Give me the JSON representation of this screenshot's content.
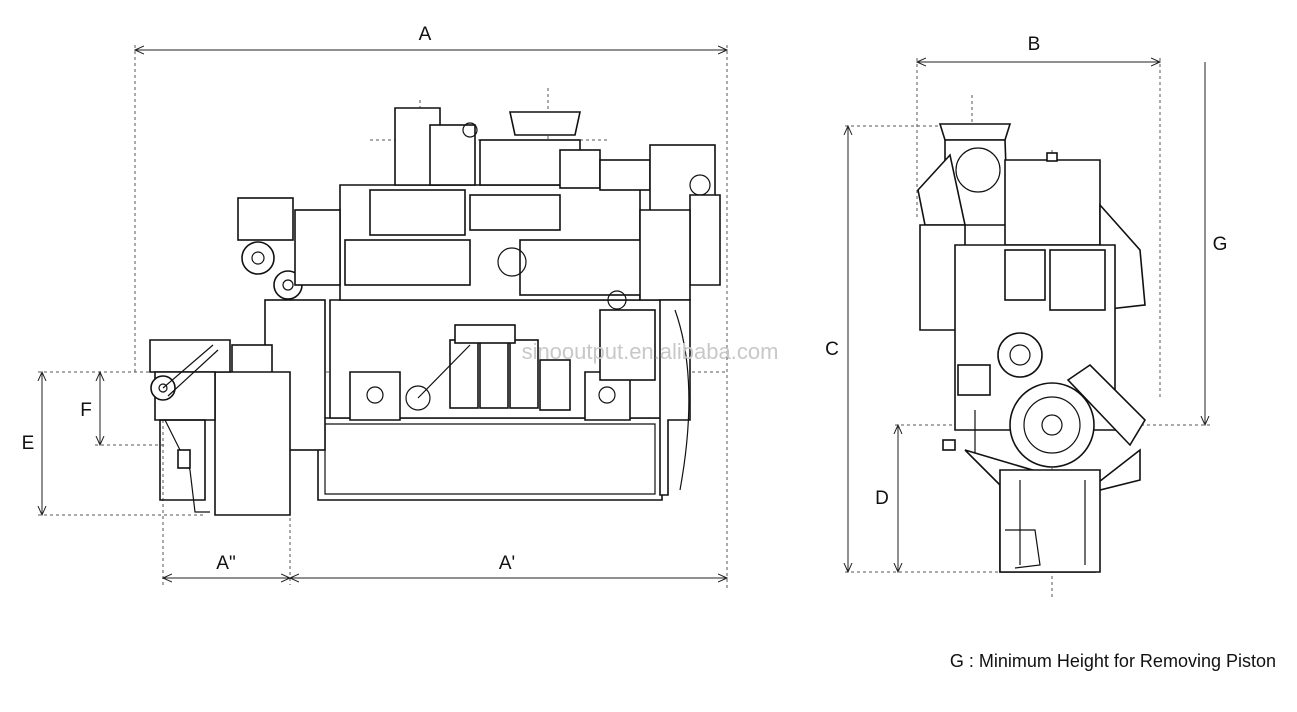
{
  "drawing": {
    "dimensions": {
      "A": "A",
      "A_prime": "A'",
      "A_double_prime": "A\"",
      "B": "B",
      "C": "C",
      "D": "D",
      "E": "E",
      "F": "F",
      "G": "G"
    },
    "note": "G : Minimum Height for Removing Piston",
    "watermark": "sinooutput.en.alibaba.com"
  },
  "colors": {
    "line": "#111111",
    "dimension_line": "#222222",
    "dashed": "#555555",
    "watermark": "#c8c8c8",
    "background": "#ffffff"
  }
}
